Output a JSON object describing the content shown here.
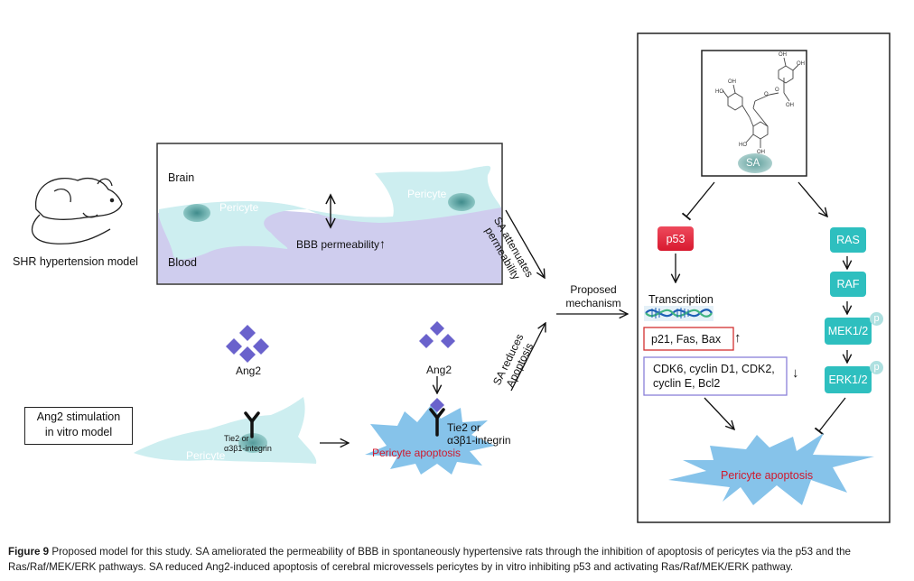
{
  "caption": {
    "label": "Figure 9",
    "text": " Proposed model for this study. SA ameliorated the permeability of BBB in spontaneously hypertensive rats through the inhibition of apoptosis of pericytes via the p53 and the Ras/Raf/MEK/ERK pathways. SA reduced Ang2-induced apoptosis of cerebral microvessels pericytes by in vitro inhibiting p53 and activating Ras/Raf/MEK/ERK pathway."
  },
  "in_vivo": {
    "model_label": "SHR hypertension model",
    "animal_icon": "rat-icon",
    "brain_label": "Brain",
    "blood_label": "Blood",
    "pericyte_label_left": "Pericyte",
    "pericyte_label_right": "Pericyte",
    "bbb_label": "BBB permeability",
    "bbb_change": "↑",
    "arrow_label_line1": "SA attenuates",
    "arrow_label_line2": "permeability"
  },
  "in_vitro": {
    "model_label_line1": "Ang2 stimulation",
    "model_label_line2": "in vitro model",
    "ang2_label_left": "Ang2",
    "ang2_label_right": "Ang2",
    "receptor_label_small_line1": "Tie2 or",
    "receptor_label_small_line2": "α3β1-integrin",
    "receptor_label_large_line1": "Tie2 or",
    "receptor_label_large_line2": "α3β1-integrin",
    "pericyte_label": "Pericyte",
    "apoptosis_label": "Pericyte apoptosis",
    "arrow_label_line1": "SA reduces",
    "arrow_label_line2": "Apoptosis"
  },
  "proposed": {
    "label_line1": "Proposed",
    "label_line2": "mechanism"
  },
  "mechanism": {
    "compound_label": "SA",
    "left_pathway": {
      "node": "p53",
      "transcription_label": "Transcription",
      "upregulated": "p21, Fas, Bax",
      "up_arrow": "↑",
      "downregulated_line1": "CDK6, cyclin D1, CDK2,",
      "downregulated_line2": "cyclin E, Bcl2",
      "down_arrow": "↓"
    },
    "right_pathway": {
      "nodes": [
        "RAS",
        "RAF",
        "MEK1/2",
        "ERK1/2"
      ],
      "phospho_badge": "p"
    },
    "outcome_label": "Pericyte apoptosis"
  },
  "colors": {
    "p53": "#e8273d",
    "ras_pathway": "#2ebfbf",
    "blood": "#cfcdee",
    "pericyte": "#cdeef0",
    "burst": "#86c3ea",
    "ang2": "#6a62cc",
    "apoptosis_text": "#d0192d",
    "up_box": "#d23030",
    "down_box": "#8a80d8"
  }
}
